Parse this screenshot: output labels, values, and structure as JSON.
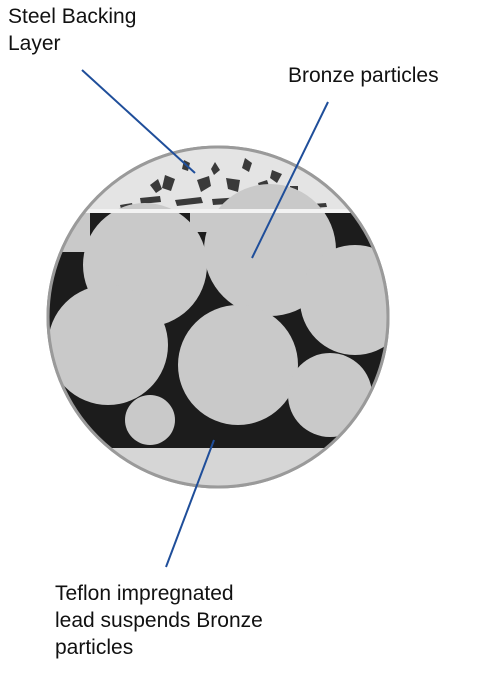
{
  "labels": {
    "steel_backing": "Steel Backing\nLayer",
    "bronze_particles": "Bronze particles",
    "teflon_lead": "Teflon impregnated\nlead suspends Bronze\nparticles"
  },
  "colors": {
    "leader_line": "#1f4e9a",
    "lead_matrix": "#1c1c1c",
    "bronze": "#c9c9c9",
    "steel": "#e2e2e2",
    "rim": "#9a9a9a"
  }
}
